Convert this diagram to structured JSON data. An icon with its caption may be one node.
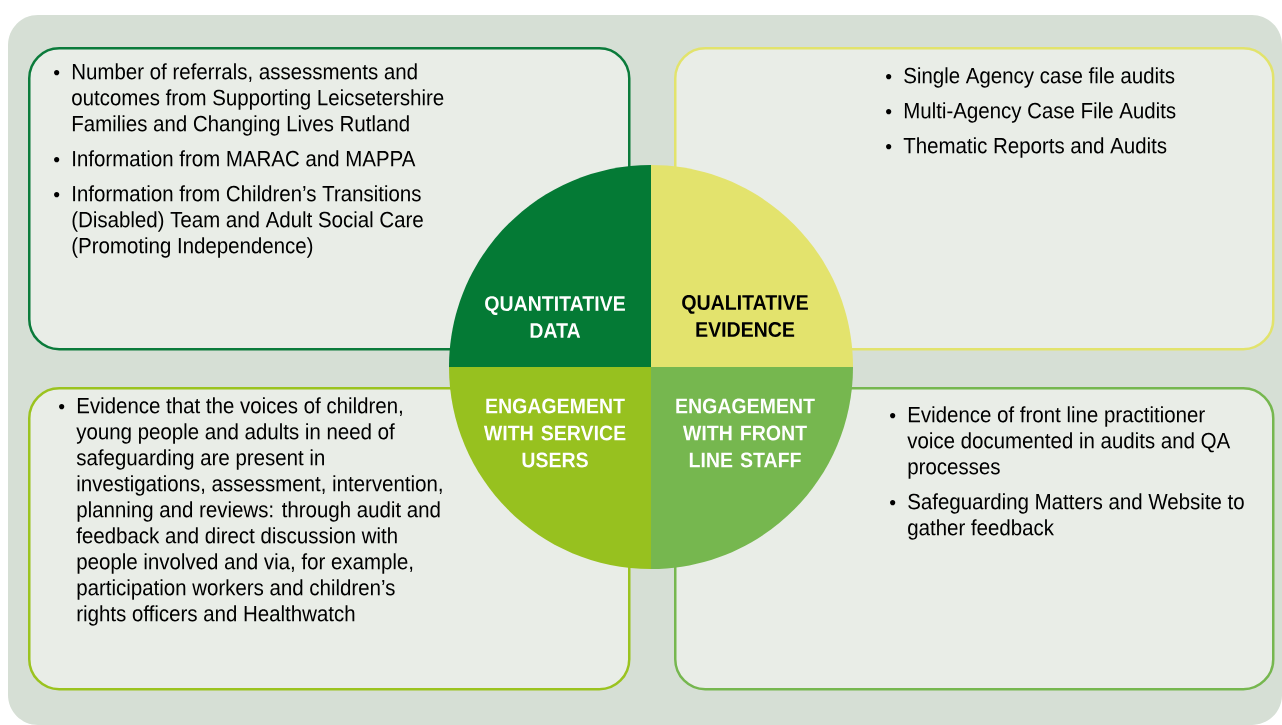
{
  "diagram": {
    "nodes": [
      {
        "text": [
          "Number of referrals, assessments and outcomes from Supporting Leicsetershire Families and Changing Lives Rutland",
          "Information from MARAC and MAPPA",
          "Information from Children’s Transitions (Disabled) Team and Adult  Social Care (Promoting Independence)"
        ]
      },
      {
        "text": [
          "Single Agency case file audits",
          "Multi-Agency Case File Audits",
          "Thematic Reports and Audits"
        ]
      },
      {
        "text": [
          "QUANTITATIVE DATA"
        ]
      },
      {
        "text": [
          "QUALITATIVE EVIDENCE"
        ]
      },
      {
        "text": [
          "ENGAGEMENT WITH SERVICE USERS"
        ]
      },
      {
        "text": [
          "ENGAGEMENT WITH FRONT LINE STAFF"
        ]
      },
      {
        "text": [
          "Evidence that the voices of children, young people and adults in need of safeguarding are present in investigations, assessment, intervention, planning and reviews: through audit and feedback and direct discussion with people involved and via, for example, participation workers and children’s rights officers and Healthwatch"
        ]
      },
      {
        "text": [
          "Evidence of front line practitioner voice documented in audits and QA processes",
          "Safeguarding Matters and Website to gather feedback"
        ]
      }
    ]
  }
}
